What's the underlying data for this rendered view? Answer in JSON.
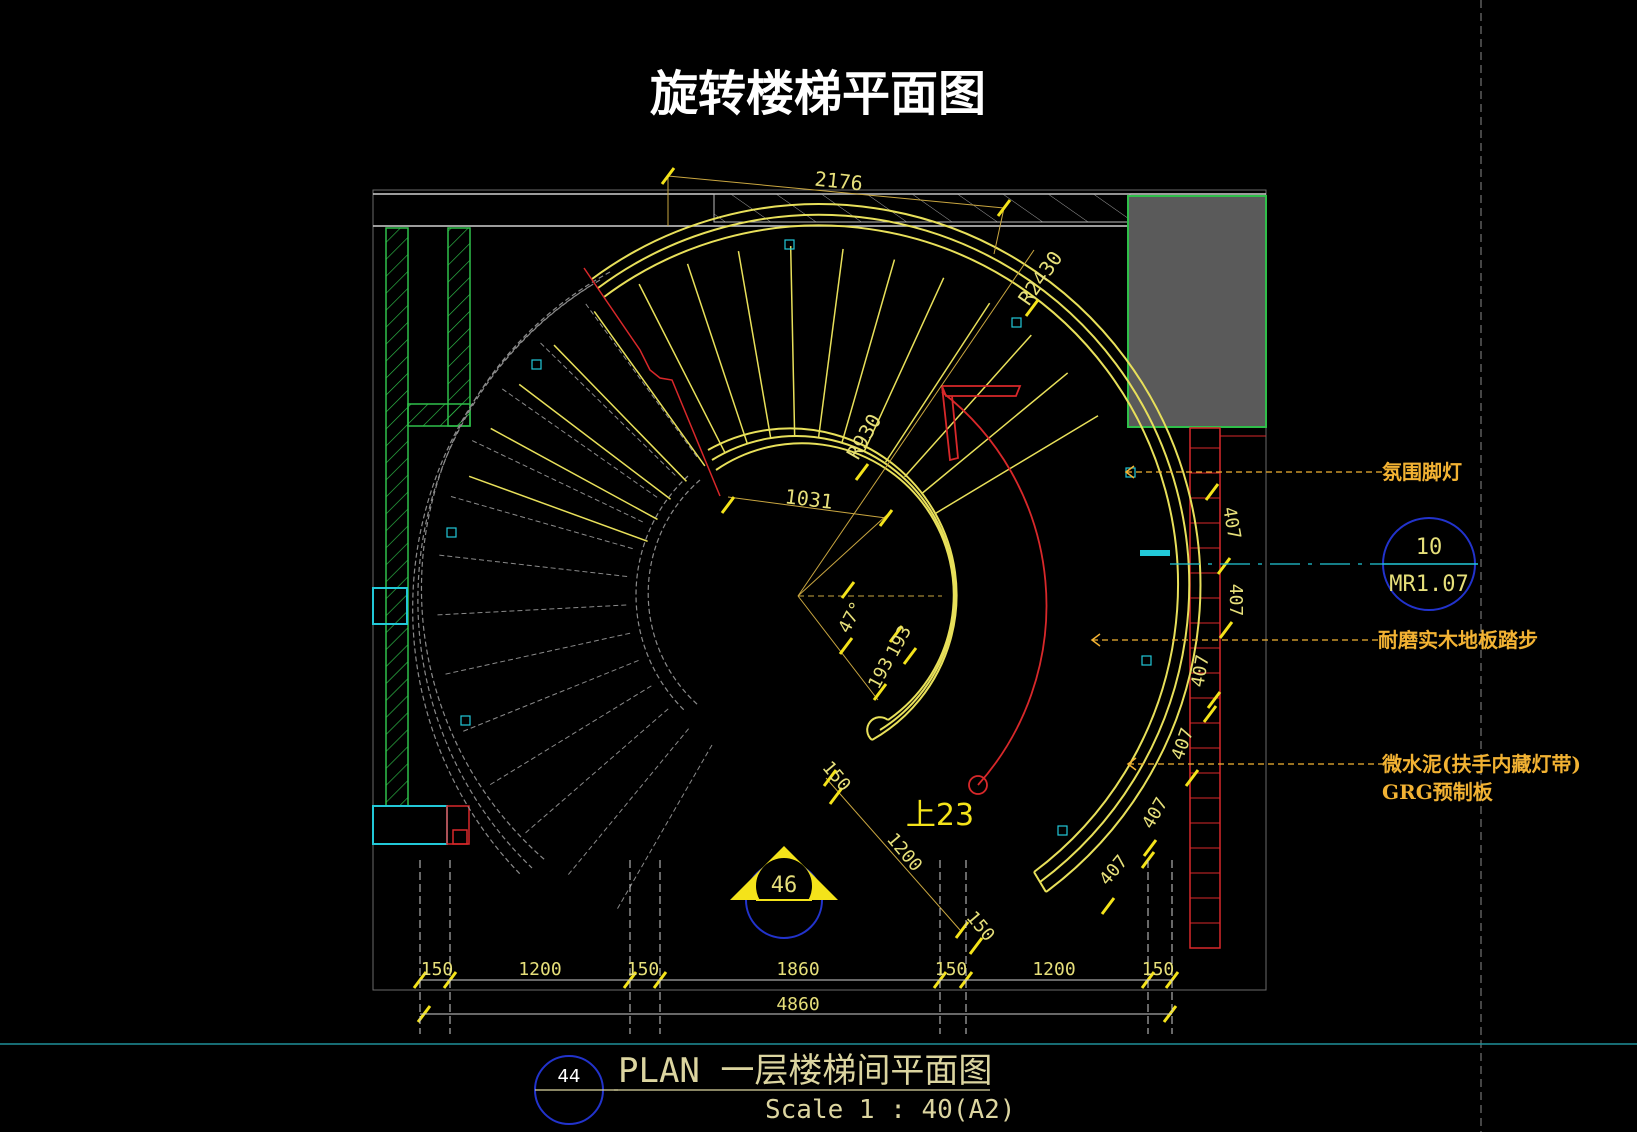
{
  "title": "旋转楼梯平面图",
  "dimensions": {
    "top_width": "2176",
    "outer_radius": "R2430",
    "inner_radius": "R930",
    "inner_span": "1031",
    "angle": "47°",
    "inner_tread_a": "193",
    "inner_tread_b": "193",
    "right_tread_1": "407",
    "right_tread_2": "407",
    "right_tread_3": "407",
    "right_tread_4": "407",
    "right_tread_5": "407",
    "right_tread_6": "407",
    "diag_start": "150",
    "diag_length": "1200",
    "diag_end": "150",
    "bottom_segments": [
      "150",
      "1200",
      "150",
      "1860",
      "150",
      "1200",
      "150"
    ],
    "bottom_total": "4860"
  },
  "stair_label": "上23",
  "annotations": {
    "ambient_light": "氛围脚灯",
    "wood_tread": "耐磨实木地板踏步",
    "micro_cement_line1": "微水泥(扶手内藏灯带)",
    "micro_cement_line2": "GRG预制板"
  },
  "section_tag": {
    "number": "10",
    "sheet": "MR1.07"
  },
  "elevation_tag": {
    "number": "46"
  },
  "footer": {
    "number": "44",
    "title": "PLAN 一层楼梯间平面图",
    "scale": "Scale 1 : 40(A2)"
  },
  "colors": {
    "background": "#000000",
    "stair_yellow": "#e8e05a",
    "dim_yellow": "#e6df7a",
    "wall_green": "#2fbf4a",
    "cyan": "#22c8d8",
    "red": "#d8282a",
    "note_orange": "#f2b233",
    "column_gray": "#5a5a5a",
    "tag_blue": "#2233cc"
  }
}
